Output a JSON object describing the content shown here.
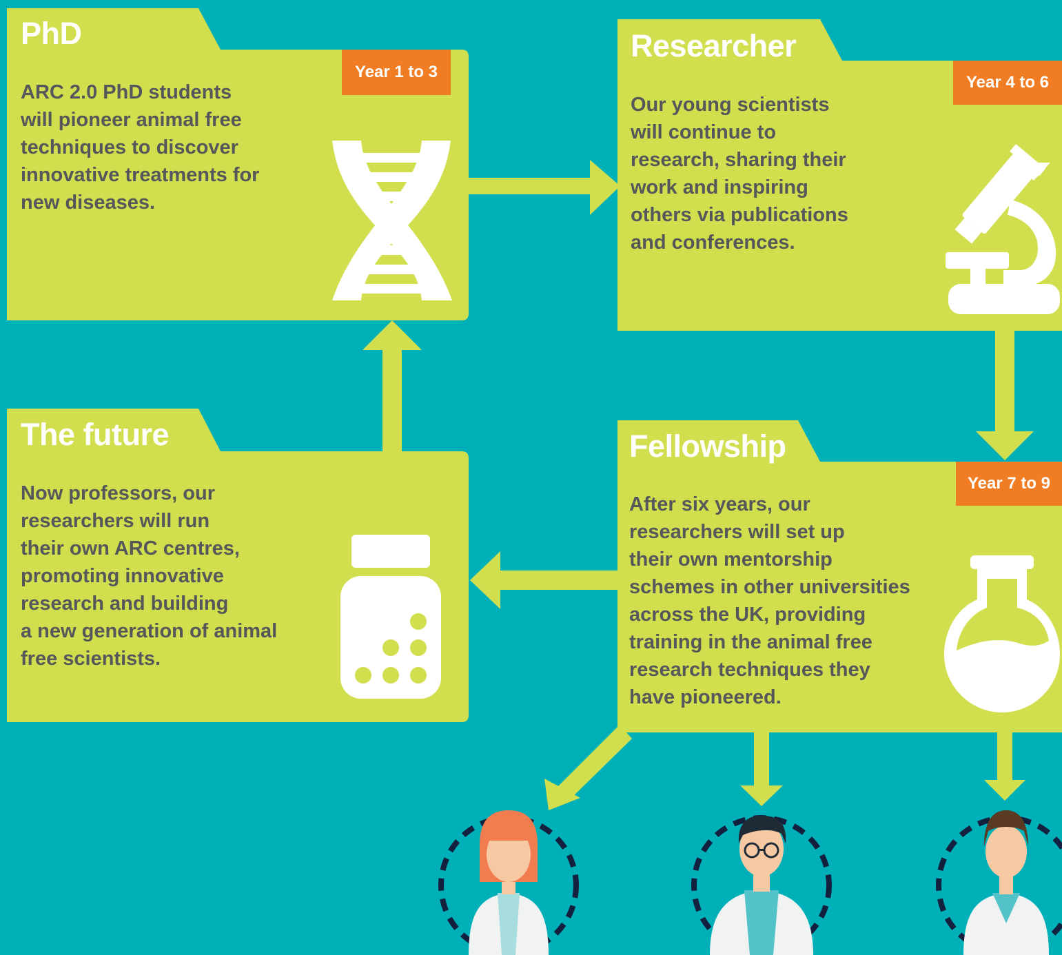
{
  "colors": {
    "background": "#00b0b9",
    "card": "#d1de4e",
    "badge": "#f07c24",
    "title_text": "#ffffff",
    "body_text": "#56575a"
  },
  "stages": {
    "phd": {
      "title": "PhD",
      "badge": "Year 1 to 3",
      "text": "ARC 2.0 PhD students\nwill pioneer animal free\ntechniques to discover\ninnovative treatments for\nnew diseases.",
      "icon": "dna-icon"
    },
    "researcher": {
      "title": "Researcher",
      "badge": "Year 4 to 6",
      "text": "Our young scientists\nwill continue to\nresearch, sharing their\nwork and inspiring\nothers via publications\nand conferences.",
      "icon": "microscope-icon"
    },
    "fellowship": {
      "title": "Fellowship",
      "badge": "Year 7 to 9",
      "text": "After six years, our\nresearchers will set up\ntheir own mentorship\nschemes in other universities\nacross the UK, providing\ntraining in the animal free\nresearch techniques they\nhave pioneered.",
      "icon": "flask-icon"
    },
    "future": {
      "title": "The future",
      "text": "Now professors, our\nresearchers will run\ntheir own ARC centres,\npromoting innovative\nresearch and building\na new generation of animal\nfree scientists.",
      "icon": "pill-bottle-icon"
    }
  },
  "mentees": [
    {
      "icon": "female-scientist-icon"
    },
    {
      "icon": "male-scientist-icon"
    },
    {
      "icon": "female-scientist-icon"
    }
  ]
}
